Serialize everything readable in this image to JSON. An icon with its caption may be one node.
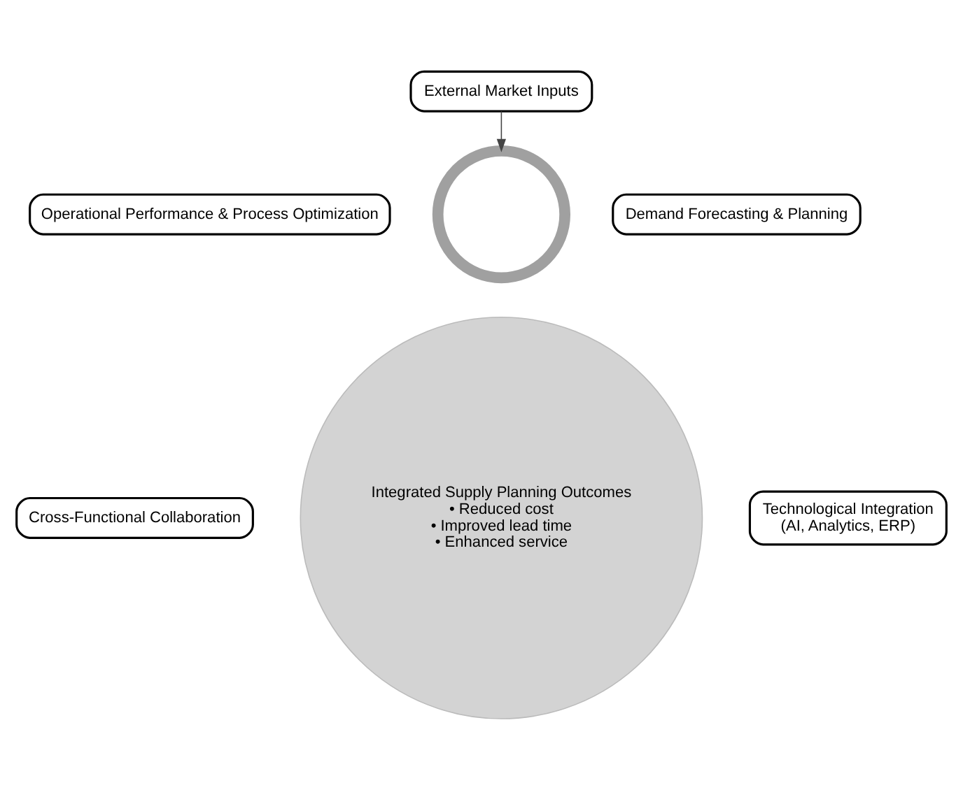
{
  "diagram": {
    "nodes": [
      {
        "text": [
          "External Market Inputs"
        ]
      },
      {
        "text": [],
        "shape": "circle"
      },
      {
        "text": [
          "Operational Performance & Process Optimization"
        ]
      },
      {
        "text": [
          "Integrated Supply Planning Outcomes",
          "• Reduced cost",
          "• Improved lead time",
          "• Enhanced service"
        ]
      },
      {
        "text": [
          "Demand Forecasting & Planning"
        ]
      },
      {
        "text": [
          "Cross-Functional Collaboration"
        ]
      },
      {
        "text": [
          "Technological Integration",
          "(AI, Analytics, ERP)"
        ]
      }
    ],
    "edges": [
      {
        "from": 0,
        "to": 1,
        "arrow": "to"
      }
    ]
  }
}
